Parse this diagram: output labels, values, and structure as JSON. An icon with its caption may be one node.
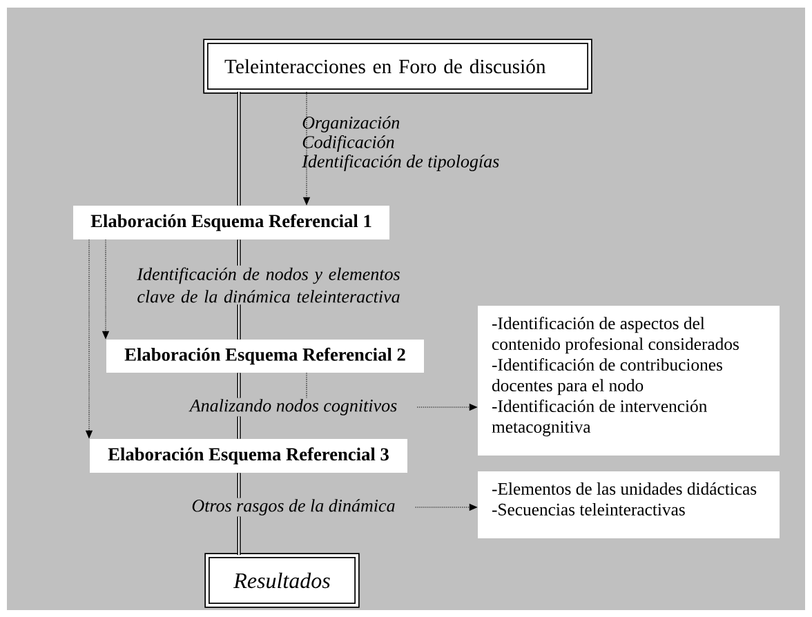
{
  "diagram": {
    "nodes": [
      {
        "text": [
          "Teleinteracciones en Foro de discusión"
        ]
      },
      {
        "text": [
          "Elaboración Esquema Referencial 1"
        ]
      },
      {
        "text": [
          "Elaboración Esquema Referencial 2"
        ]
      },
      {
        "text": [
          "Elaboración Esquema Referencial 3"
        ]
      },
      {
        "text": [
          "Resultados"
        ]
      },
      {
        "text": [
          "-Identificación de aspectos del contenido profesional considerados",
          "-Identificación de contribuciones docentes para el nodo",
          "-Identificación de intervención metacognitiva"
        ]
      },
      {
        "text": [
          "-Elementos de las unidades didácticas",
          "-Secuencias teleinteractivas"
        ]
      },
      {
        "text": [
          "Analizando nodos cognitivos"
        ]
      },
      {
        "text": [
          "Otros rasgos de la dinámica"
        ]
      }
    ],
    "edges": [
      {
        "from": 0,
        "to": 1,
        "arrow": "none",
        "style": "thick"
      },
      {
        "from": 1,
        "to": 2,
        "arrow": "none",
        "style": "thick",
        "label": "Identificación de nodos y elementos clave de la dinámica teleinteractiva"
      },
      {
        "from": 2,
        "to": 7,
        "arrow": "none",
        "style": "thick"
      },
      {
        "from": 7,
        "to": 3,
        "arrow": "none",
        "style": "thick"
      },
      {
        "from": 3,
        "to": 8,
        "arrow": "none",
        "style": "thick"
      },
      {
        "from": 8,
        "to": 4,
        "arrow": "none",
        "style": "thick"
      },
      {
        "from": 0,
        "to": 1,
        "arrow": "to",
        "style": "dashed"
      },
      {
        "from": 1,
        "to": 2,
        "arrow": "to",
        "style": "dashed"
      },
      {
        "from": 1,
        "to": 3,
        "arrow": "to",
        "style": "dashed"
      },
      {
        "from": 2,
        "to": 7,
        "arrow": "none",
        "style": "dashed"
      },
      {
        "from": 7,
        "to": 5,
        "arrow": "to",
        "style": "dashed"
      },
      {
        "from": 8,
        "to": 6,
        "arrow": "to",
        "style": "dashed"
      }
    ],
    "labels": [
      "Organización",
      "Codificación",
      "Identificación de tipologías"
    ]
  }
}
